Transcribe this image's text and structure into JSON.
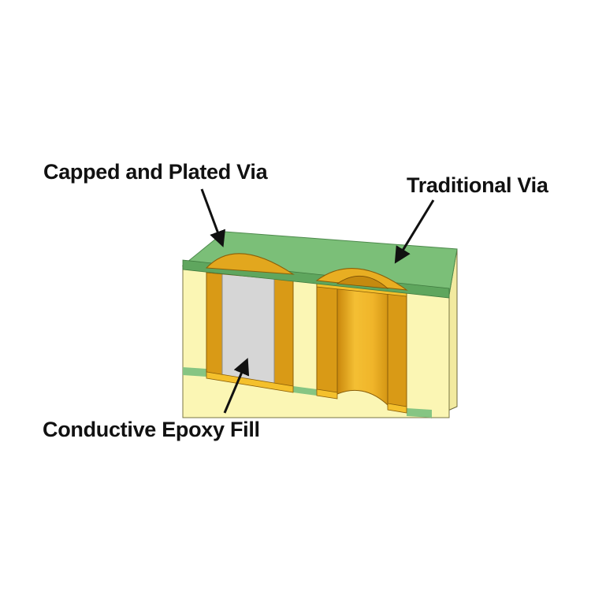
{
  "labels": {
    "capped_via": "Capped and Plated Via",
    "traditional_via": "Traditional Via",
    "epoxy_fill": "Conductive Epoxy Fill"
  },
  "colors": {
    "solder_mask": "#7bbf78",
    "solder_mask_dark": "#5fa65e",
    "substrate": "#fbf6b4",
    "copper_plating": "#d99a16",
    "copper_light": "#f0b82a",
    "epoxy": "#d6d6d6",
    "text": "#111111"
  }
}
